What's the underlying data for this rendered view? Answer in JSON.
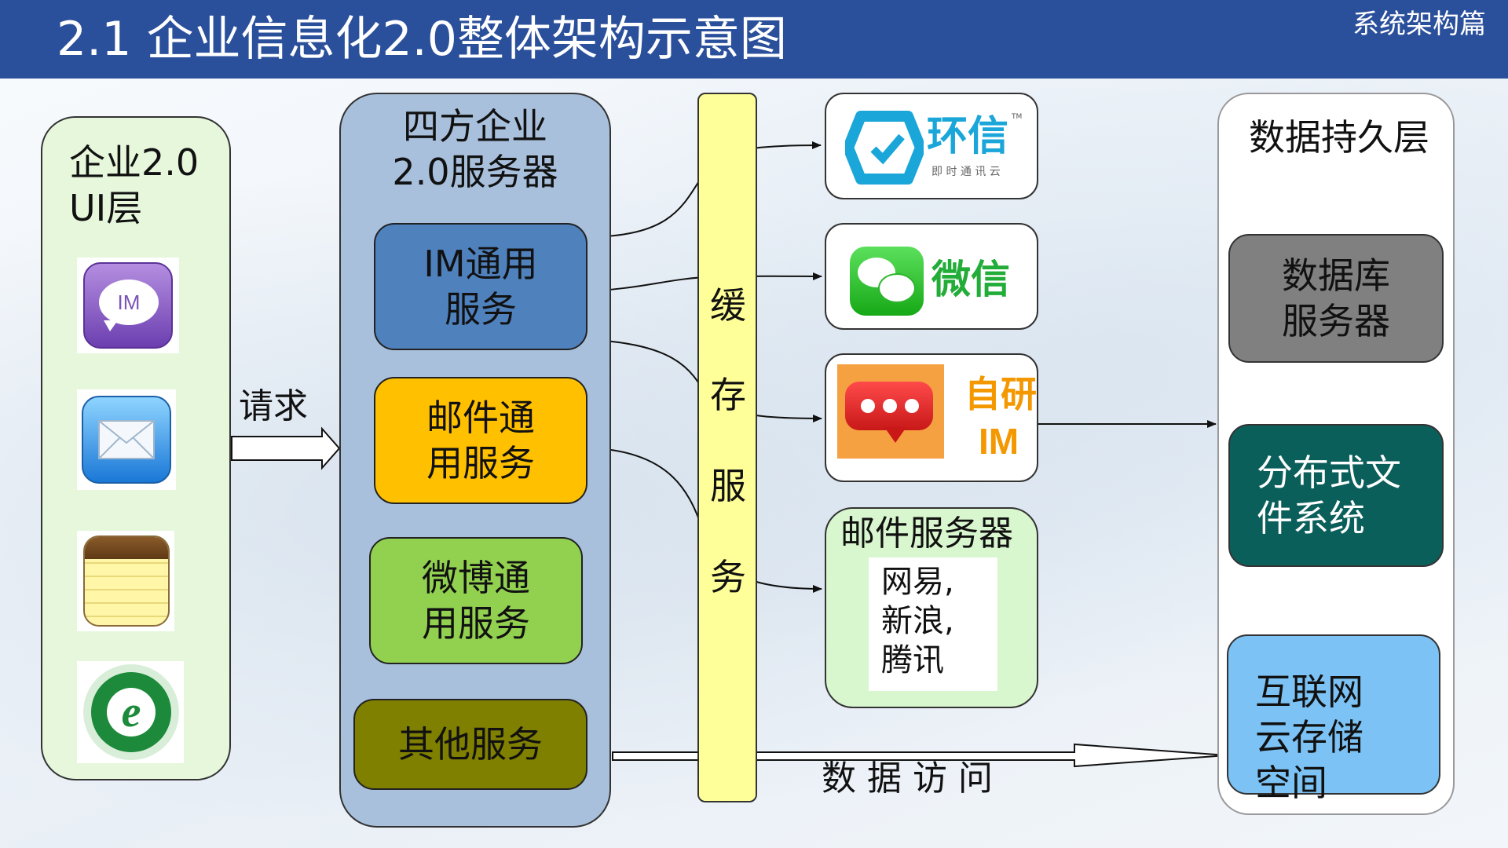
{
  "header": {
    "title": "2.1 企业信息化2.0整体架构示意图",
    "category": "系统架构篇"
  },
  "ui_layer": {
    "title": "企业2.0\nUI层",
    "icons": [
      "im-app-icon",
      "mail-app-icon",
      "notes-app-icon",
      "ie-browser-icon"
    ],
    "im_icon_text": "IM"
  },
  "request_label": "请求",
  "server": {
    "title": "四方企业\n2.0服务器",
    "services": [
      {
        "label": "IM通用\n服务",
        "color": "#4f81bd"
      },
      {
        "label": "邮件通\n用服务",
        "color": "#ffc000"
      },
      {
        "label": "微博通\n用服务",
        "color": "#92d050"
      },
      {
        "label": "其他服务",
        "color": "#7f7f00"
      }
    ]
  },
  "cache": {
    "chars": [
      "缓",
      "存",
      "服",
      "务"
    ],
    "color": "#ffff99"
  },
  "external": {
    "huanxin": {
      "name": "环信",
      "tm": "TM",
      "sub": "即 时 通 讯 云",
      "color": "#1aa6d9"
    },
    "wechat": {
      "name": "微信",
      "color": "#22ac38"
    },
    "self_im": {
      "name1": "自研",
      "name2": "IM",
      "color": "#f39800"
    },
    "mail": {
      "title": "邮件服务器",
      "providers": "网易,\n新浪,\n腾讯"
    }
  },
  "data_access_label": "数 据 访 问",
  "persistence": {
    "title": "数据持久层",
    "stores": [
      {
        "label": "数据库\n服务器",
        "color": "#808080",
        "text_color": "#111111"
      },
      {
        "label": "分布式文\n件系统",
        "color": "#0b5f5a",
        "text_color": "#ffffff"
      },
      {
        "label": "互联网\n云存储\n空间",
        "color": "#7cc2f4",
        "text_color": "#111111"
      }
    ]
  },
  "colors": {
    "header_bg": "#2a4f9b",
    "ui_panel": "#e6f7dc",
    "server_panel": "#a8c0dc",
    "mail_panel": "#d9f7cf"
  }
}
